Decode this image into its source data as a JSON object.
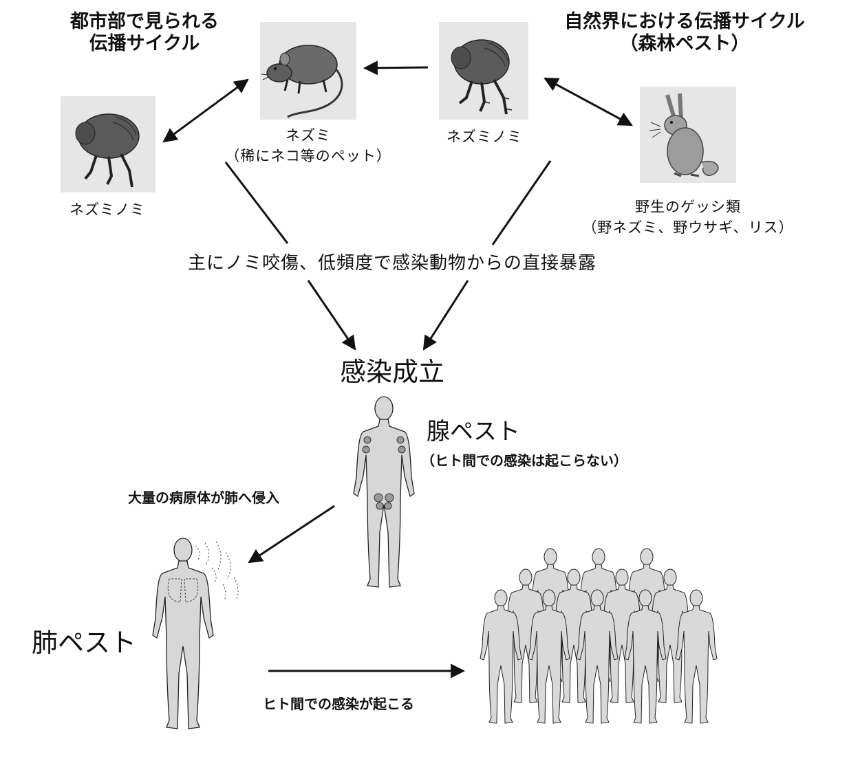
{
  "urban_cycle": {
    "title_line1": "都市部で見られる",
    "title_line2": "伝播サイクル"
  },
  "sylvatic_cycle": {
    "title_line1": "自然界における伝播サイクル",
    "title_line2": "（森林ペスト）"
  },
  "rat": {
    "label_line1": "ネズミ",
    "label_line2": "（稀にネコ等のペット）"
  },
  "rat_flea_top": {
    "label": "ネズミノミ"
  },
  "rat_flea_left": {
    "label": "ネズミノミ"
  },
  "wild_rodents": {
    "label_line1": "野生のゲッシ類",
    "label_line2": "（野ネズミ、野ウサギ、リス）"
  },
  "transmission_route": "主にノミ咬傷、低頻度で感染動物からの直接暴露",
  "infection_established": "感染成立",
  "bubonic": {
    "title": "腺ペスト",
    "note": "（ヒト間での感染は起こらない）"
  },
  "lung_invasion": "大量の病原体が肺へ侵入",
  "pneumonic": {
    "title": "肺ペスト"
  },
  "human_to_human": "ヒト間での感染が起こる",
  "icons": {
    "rat": "rat-icon",
    "flea": "flea-icon",
    "rabbit": "rabbit-icon",
    "human": "human-figure-icon",
    "crowd": "human-crowd-icon"
  },
  "colors": {
    "image_background": "#e6e6e6",
    "figure_fill": "#d7d7d7",
    "line": "#111111"
  }
}
